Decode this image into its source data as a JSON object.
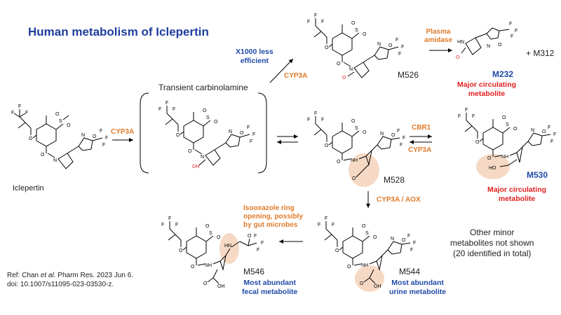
{
  "title": "Human metabolism of Iclepertin",
  "compounds": {
    "iclepertin": "Iclepertin",
    "transient": "Transient carbinolamine",
    "m526": "M526",
    "m232": "M232",
    "m312": "+ M312",
    "m528": "M528",
    "m530": "M530",
    "m544": "M544",
    "m546": "M546"
  },
  "enzymes": {
    "cyp3a_first": "CYP3A",
    "cyp3a_m526": "CYP3A",
    "amidase_line1": "Plasma",
    "amidase_line2": "amidase",
    "cbr1": "CBR1",
    "cyp3a_reverse": "CYP3A",
    "cyp3a_aox": "CYP3A / AOX",
    "ring_line1": "Isooxazole ring",
    "ring_line2": "opening, possibly",
    "ring_line3": "by gut microbes"
  },
  "notes": {
    "x1000_line1": "X1000 less",
    "x1000_line2": "efficient",
    "m232_line1": "Major circulating",
    "m232_line2": "metabolite",
    "m530_line1": "Major circulating",
    "m530_line2": "metabolite",
    "m544_line1": "Most abundant",
    "m544_line2": "urine metabolite",
    "m546_line1": "Most abundant",
    "m546_line2": "fecal metabolite",
    "minor_line1": "Other minor",
    "minor_line2": "metabolites not shown",
    "minor_line3": "(20 identified in total)"
  },
  "reference": {
    "line1_prefix": "Ref: Chan ",
    "line1_italic": "et al.",
    "line1_suffix": " Pharm Res. 2023 Jun 6.",
    "line2": "doi: 10.1007/s11095-023-03530-z."
  },
  "atom_labels": {
    "f": "F",
    "o": "O",
    "n": "N",
    "s": "S",
    "hn": "HN",
    "nh": "NH",
    "ho": "HO",
    "oh": "OH"
  },
  "colors": {
    "title": "#1f3e9e",
    "enzyme": "#e07a28",
    "blue_label": "#1f4aa8",
    "red_label": "#e02020",
    "highlight": "#f6d9c4"
  }
}
